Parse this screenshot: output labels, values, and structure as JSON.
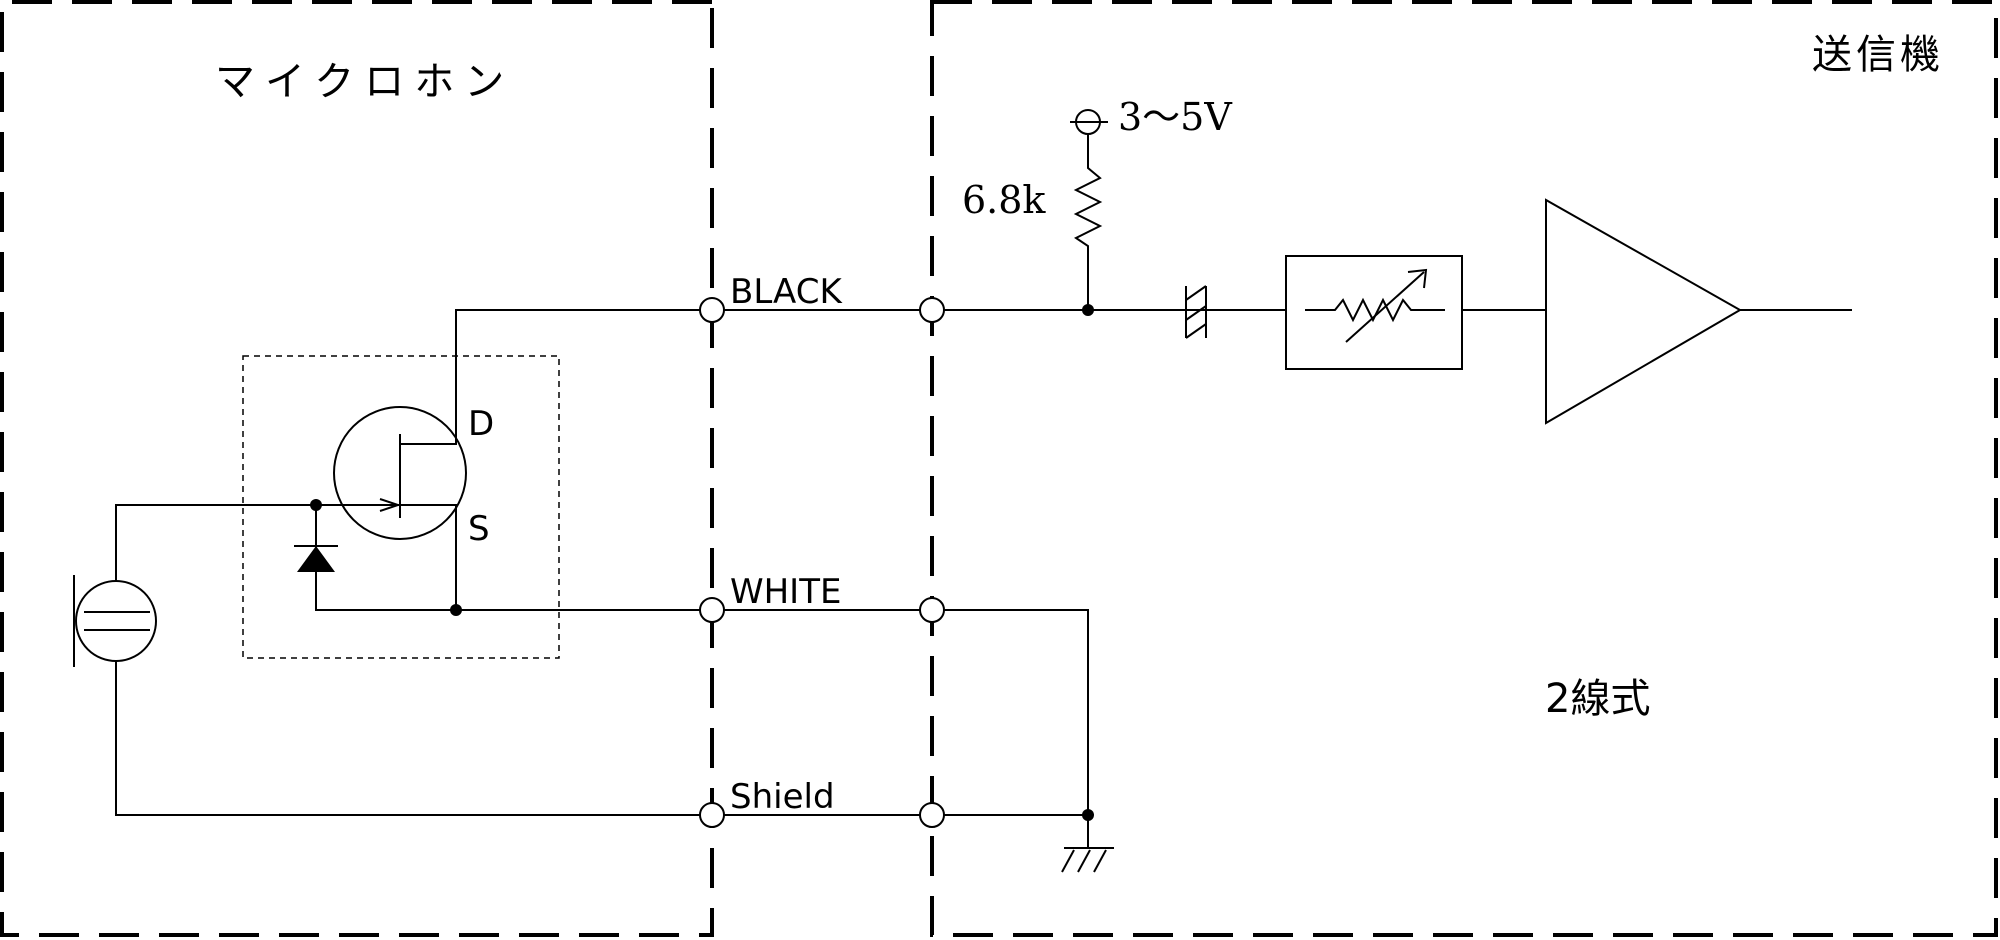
{
  "labels": {
    "microphone": "マイクロホン",
    "transmitter": "送信機",
    "wiring_type": "2線式",
    "voltage": "3～5V",
    "resistor": "6.8k",
    "drain": "D",
    "source": "S"
  },
  "wires": {
    "black": "BLACK",
    "white": "WHITE",
    "shield": "Shield"
  }
}
